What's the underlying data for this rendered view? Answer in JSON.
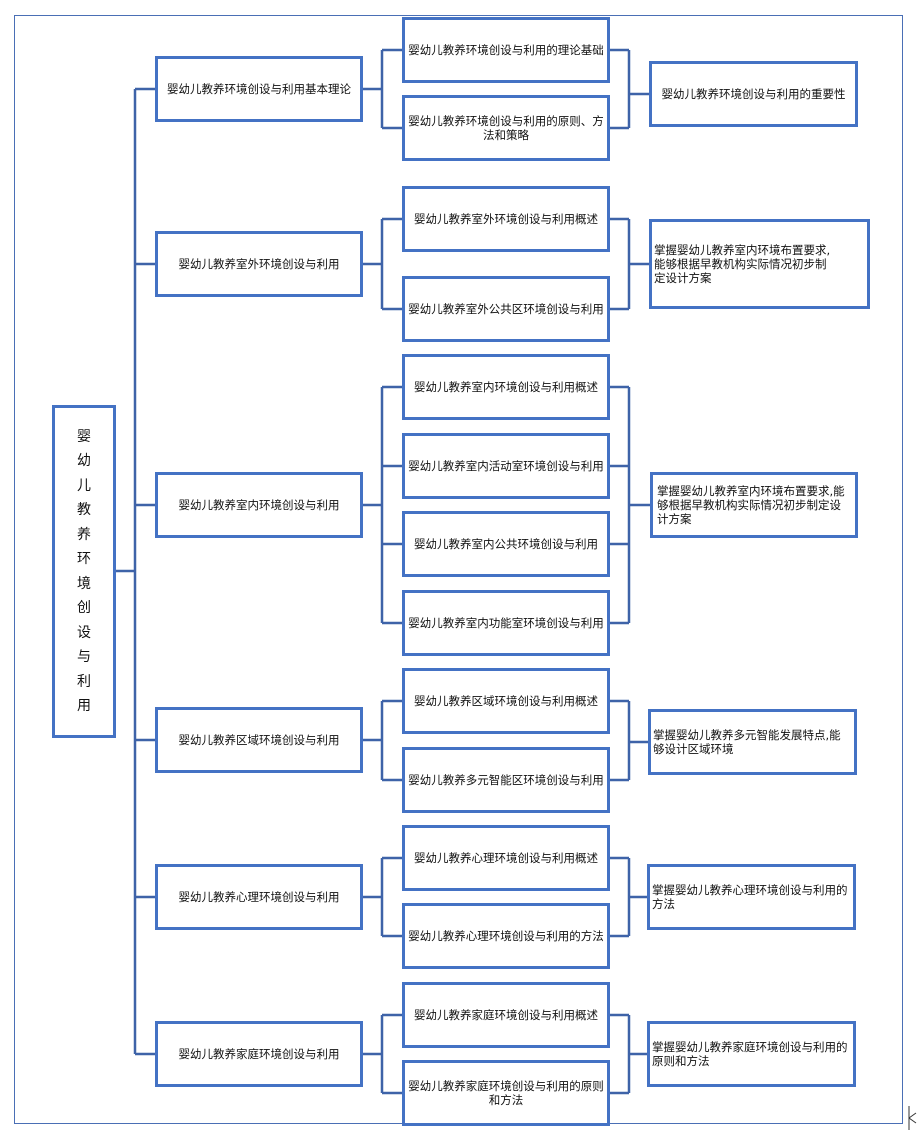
{
  "diagram": {
    "root": "婴幼儿教养环境创设与利用",
    "modules": [
      {
        "title": "婴幼儿教养环境创设与利用基本理论",
        "topics": [
          "婴幼儿教养环境创设与利用的理论基础",
          "婴幼儿教养环境创设与利用的原则、方法和策略"
        ],
        "goal": "婴幼儿教养环境创设与利用的重要性"
      },
      {
        "title": "婴幼儿教养室外环境创设与利用",
        "topics": [
          "婴幼儿教养室外环境创设与利用概述",
          "婴幼儿教养室外公共区环境创设与利用"
        ],
        "goal": "掌握婴幼儿教养室内环境布置要求,能够根据早教机构实际情况初步制定设计方案"
      },
      {
        "title": "婴幼儿教养室内环境创设与利用",
        "topics": [
          "婴幼儿教养室内环境创设与利用概述",
          "婴幼儿教养室内活动室环境创设与利用",
          "婴幼儿教养室内公共环境创设与利用",
          "婴幼儿教养室内功能室环境创设与利用"
        ],
        "goal": "掌握婴幼儿教养室内环境布置要求,能够根据早教机构实际情况初步制定设计方案"
      },
      {
        "title": "婴幼儿教养区域环境创设与利用",
        "topics": [
          "婴幼儿教养区域环境创设与利用概述",
          "婴幼儿教养多元智能区环境创设与利用"
        ],
        "goal": "掌握婴幼儿教养多元智能发展特点,能够设计区域环境"
      },
      {
        "title": "婴幼儿教养心理环境创设与利用",
        "topics": [
          "婴幼儿教养心理环境创设与利用概述",
          "婴幼儿教养心理环境创设与利用的方法"
        ],
        "goal": "掌握婴幼儿教养心理环境创设与利用的方法"
      },
      {
        "title": "婴幼儿教养家庭环境创设与利用",
        "topics": [
          "婴幼儿教养家庭环境创设与利用概述",
          "婴幼儿教养家庭环境创设与利用的原则和方法"
        ],
        "goal": "掌握婴幼儿教养家庭环境创设与利用的原则和方法"
      }
    ]
  },
  "colors": {
    "box_border": "#4472c4",
    "connector": "#3e63a8",
    "frame": "#4a6fb5"
  }
}
